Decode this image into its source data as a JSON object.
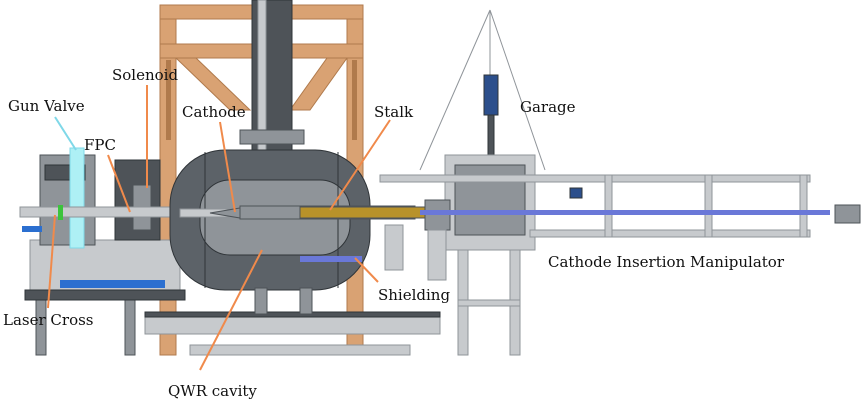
{
  "labels": {
    "solenoid": "Solenoid",
    "gun_valve": "Gun Valve",
    "fpc": "FPC",
    "cathode": "Cathode",
    "stalk": "Stalk",
    "garage": "Garage",
    "cathode_insertion_manipulator": "Cathode Insertion Manipulator",
    "shielding": "Shielding",
    "laser_cross": "Laser Cross",
    "qwr_cavity": "QWR cavity"
  },
  "colors": {
    "frame_copper": "#d9a273",
    "frame_copper_dark": "#b07a4c",
    "steel": "#8f9499",
    "steel_light": "#c7cacd",
    "steel_dark": "#4e5358",
    "cavity": "#5c6268",
    "cavity_dark": "#2f3438",
    "stalk_gold": "#b8922a",
    "leader_orange": "#f08a4b",
    "leader_cyan": "#7fd8e8",
    "beam_blue": "#6a78d8",
    "gun_valve_cyan": "#aef0f5",
    "accent_green": "#3cc43c",
    "accent_blue": "#2b6fd0",
    "garage_blue": "#2c4f8c"
  }
}
